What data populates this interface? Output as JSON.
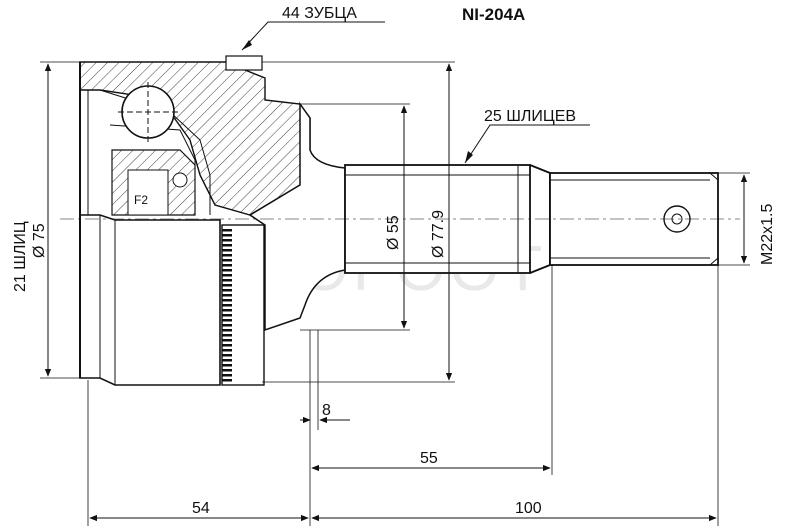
{
  "part_number": "NI-204A",
  "watermark": "AUTOFOOT",
  "labels": {
    "teeth": "44 ЗУБЦА",
    "splines_outer": "25 ШЛИЦЕВ",
    "splines_inner": "21 ШЛИЦ",
    "f2": "F2"
  },
  "dimensions": {
    "d_outer": "Ø 75",
    "d_55": "Ø 55",
    "d_779": "Ø 77.9",
    "thread": "M22x1.5",
    "len_8": "8",
    "len_55": "55",
    "len_54": "54",
    "len_100": "100"
  }
}
